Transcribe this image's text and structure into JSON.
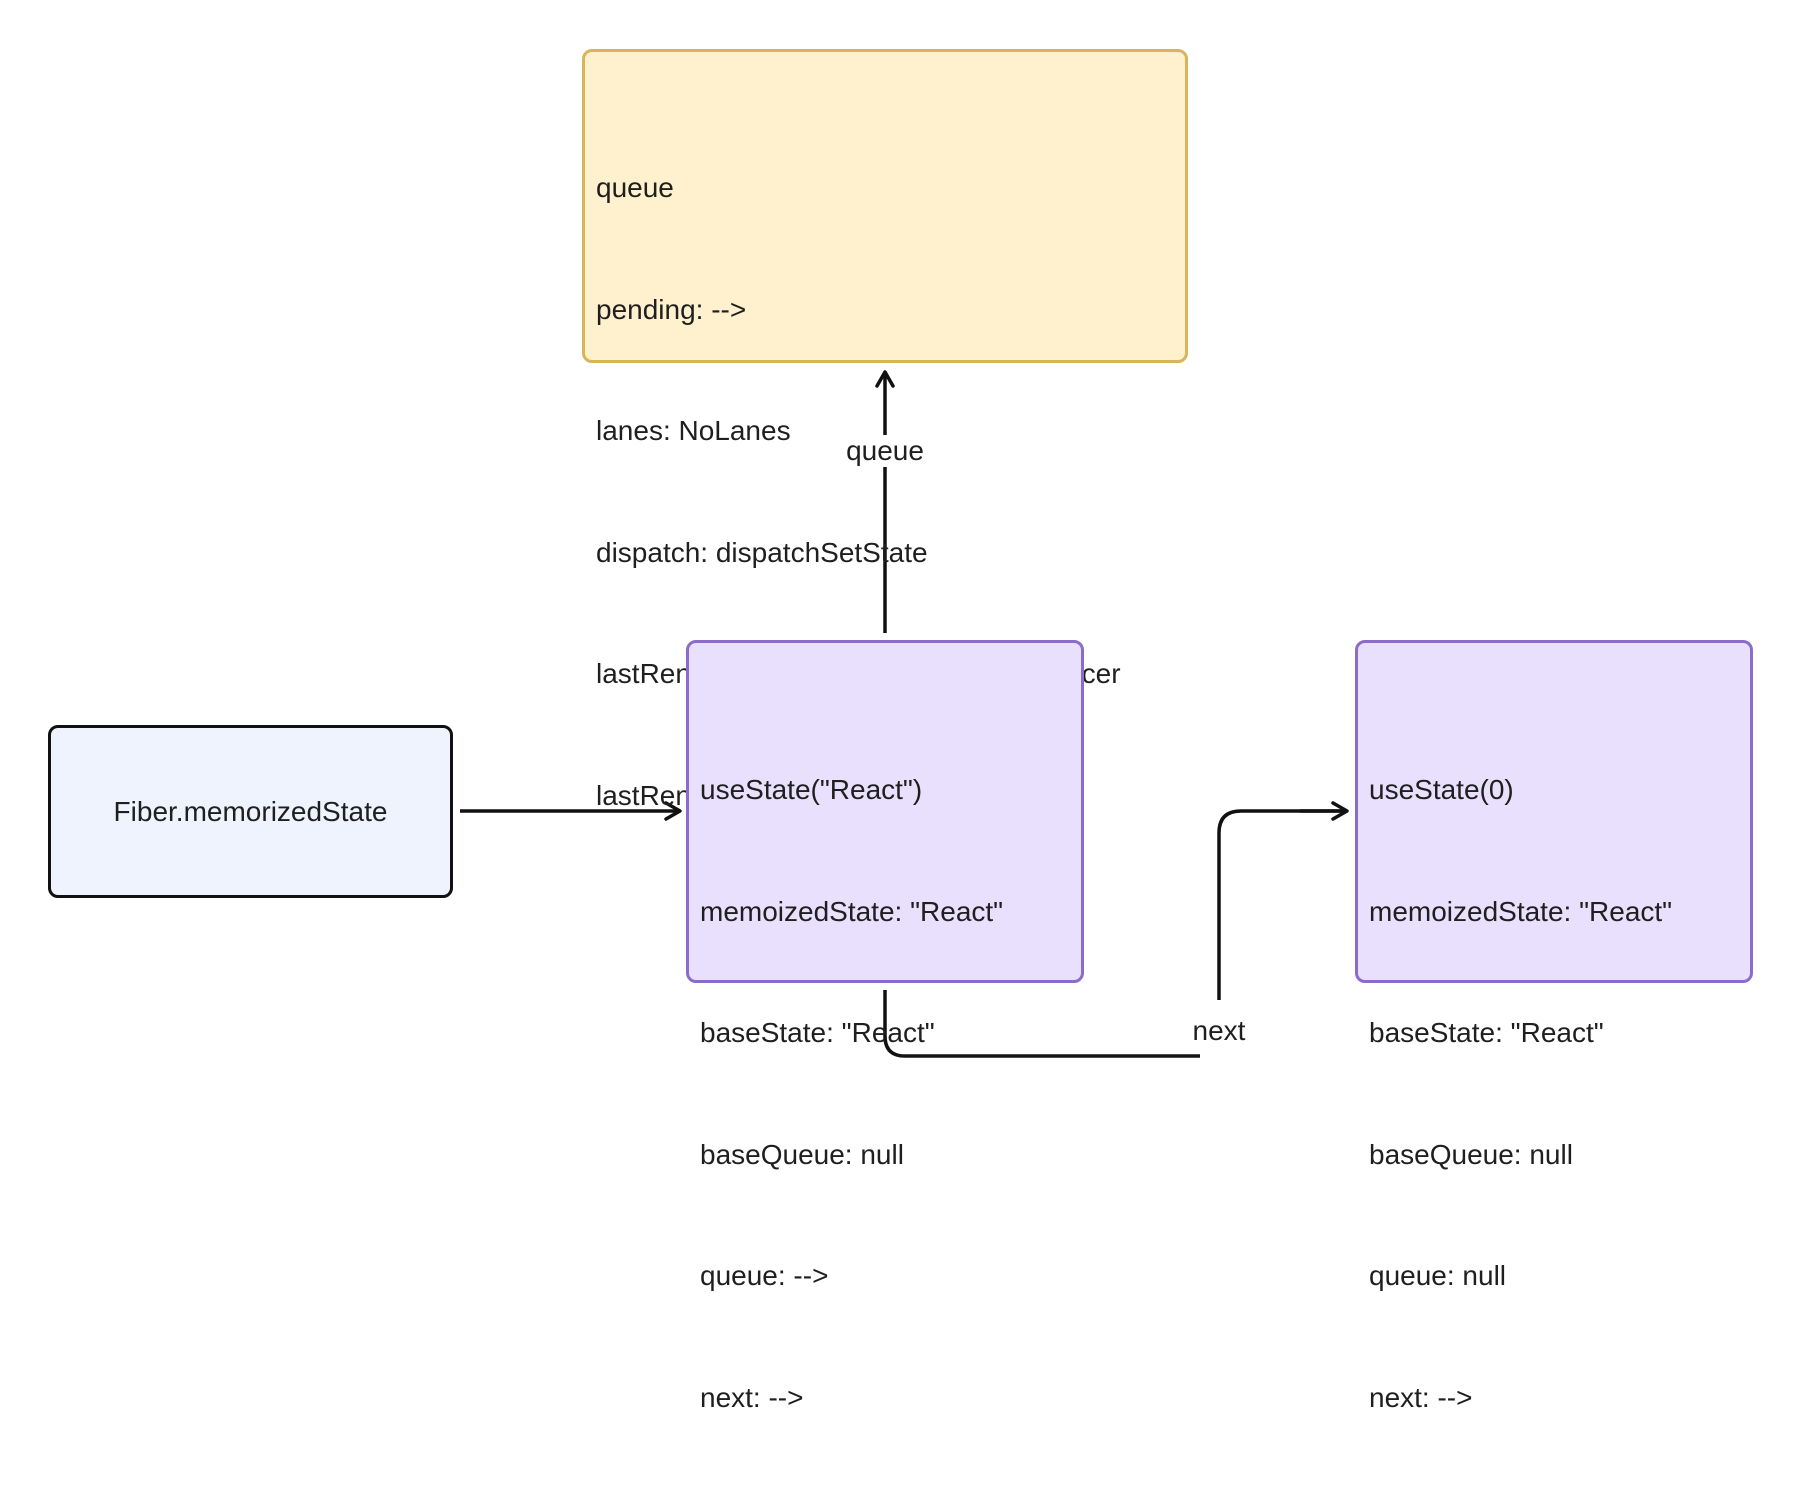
{
  "queue_node": {
    "lines": [
      "queue",
      "pending: -->",
      "lanes: NoLanes",
      "dispatch: dispatchSetState",
      "lastRenderedReducer: basicStateReducer",
      "lastRenderedState: initialState"
    ],
    "fill": "#fff1cd",
    "border": "#d8b55a"
  },
  "fiber_node": {
    "label": "Fiber.memorizedState",
    "fill": "#eff3fd",
    "border": "#111111"
  },
  "hook_1": {
    "lines": [
      "useState(\"React\")",
      "memoizedState: \"React\"",
      "baseState: \"React\"",
      "baseQueue: null",
      "queue: -->",
      "next: -->"
    ],
    "fill": "#e9e0fd",
    "border": "#8b6ccc"
  },
  "hook_2": {
    "lines": [
      "useState(0)",
      "memoizedState: \"React\"",
      "baseState: \"React\"",
      "baseQueue: null",
      "queue: null",
      "next: -->"
    ],
    "fill": "#e9e0fd",
    "border": "#8b6ccc"
  },
  "edges": {
    "queue_label": "queue",
    "next_label": "next"
  }
}
